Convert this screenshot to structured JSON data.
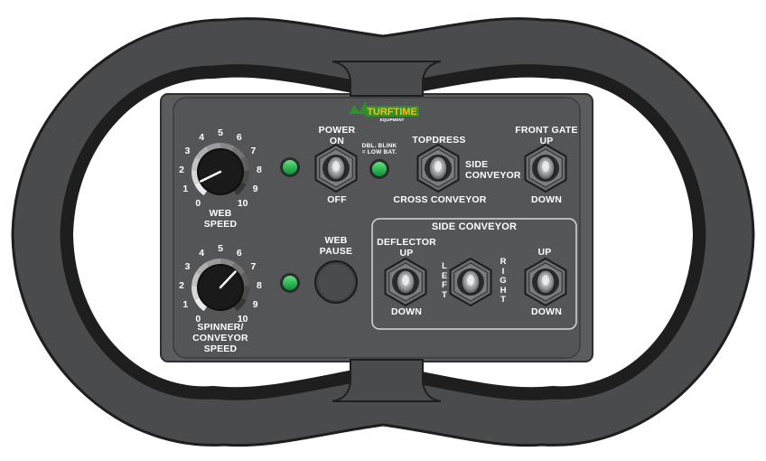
{
  "colors": {
    "handle": "#4a4b4d",
    "handle_edge": "#1e1e1f",
    "panel": "#5b5c5e",
    "panel_inner": "#525355",
    "led": "#1db54a",
    "logo_green": "#2f8f2f",
    "logo_yellow": "#f2c21b"
  },
  "brand": {
    "name": "TURFTIME",
    "sub": "EQUIPMENT"
  },
  "web_speed": {
    "label_line1": "WEB",
    "label_line2": "SPEED",
    "scale": [
      "0",
      "1",
      "2",
      "3",
      "4",
      "5",
      "6",
      "7",
      "8",
      "9",
      "10"
    ],
    "pointer_value": 1
  },
  "spinner_speed": {
    "label_line1": "SPINNER/",
    "label_line2": "CONVEYOR",
    "label_line3": "SPEED",
    "scale": [
      "0",
      "1",
      "2",
      "3",
      "4",
      "5",
      "6",
      "7",
      "8",
      "9",
      "10"
    ],
    "pointer_value": 6.5
  },
  "power": {
    "on_line1": "POWER",
    "on_line2": "ON",
    "off": "OFF"
  },
  "battery_note": {
    "line1": "DBL. BLINK",
    "line2": "= LOW BAT."
  },
  "topdress": {
    "top": "TOPDRESS",
    "right_line1": "SIDE",
    "right_line2": "CONVEYOR",
    "bottom": "CROSS CONVEYOR"
  },
  "front_gate": {
    "line1": "FRONT GATE",
    "line2": "UP",
    "bottom": "DOWN"
  },
  "web_pause": {
    "line1": "WEB",
    "line2": "PAUSE"
  },
  "side_conveyor": {
    "title": "SIDE CONVEYOR",
    "deflector": {
      "line1": "DEFLECTOR",
      "line2": "UP",
      "bottom": "DOWN"
    },
    "left": "LEFT",
    "right": "RIGHT",
    "lift": {
      "top": "UP",
      "bottom": "DOWN"
    }
  }
}
